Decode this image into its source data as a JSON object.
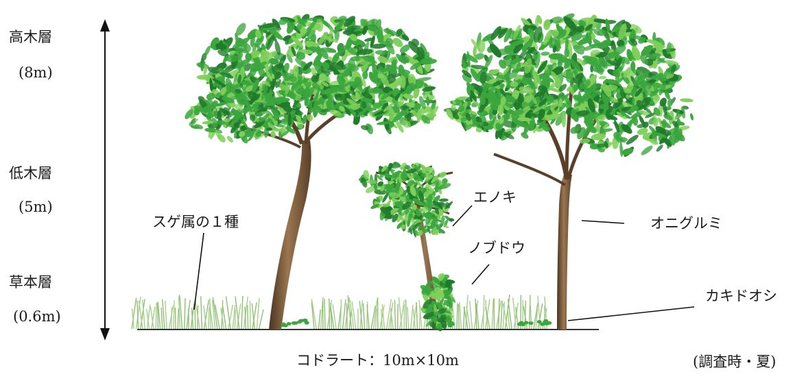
{
  "layers": {
    "tree": {
      "name": "高木層",
      "height": "(8m)"
    },
    "shrub": {
      "name": "低木層",
      "height": "(5m)"
    },
    "herb": {
      "name": "草本層",
      "height": "(0.6m)"
    }
  },
  "species": {
    "sedge": "スゲ属の１種",
    "enoki": "エノキ",
    "nobudou": "ノブドウ",
    "onigurumi": "オニグルミ",
    "kakidooshi": "カキドオシ"
  },
  "caption": "コドラート：10m×10m",
  "note": "(調査時・夏)",
  "colors": {
    "foliage_dark": "#1f7a2a",
    "foliage_mid": "#3aa63d",
    "foliage_light": "#7fcf5a",
    "trunk": "#7b5a3c",
    "trunk_shadow": "#4a3422",
    "grass": "#8fbf72",
    "ground": "#333333"
  }
}
